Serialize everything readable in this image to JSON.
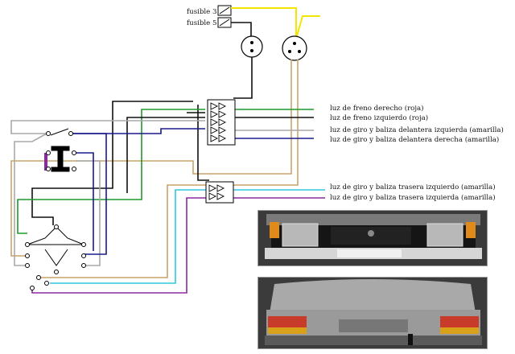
{
  "fuses": {
    "fuse3": "fusible 3",
    "fuse5": "fusible 5"
  },
  "labels": {
    "front_right_brake": "luz de freno derecho (roja)",
    "front_left_brake": "luz de freno izquierdo (roja)",
    "front_left_turn": "luz de giro y baliza delantera izquierda (amarilla)",
    "front_right_turn": "luz de giro y baliza delantera derecha (amarilla)",
    "rear_left_turn": "luz de giro y baliza trasera izquierdo (amarilla)",
    "rear_right_turn": "luz de giro y baliza trasera izquierda (amarilla)"
  },
  "wire_colors": {
    "yellow": "#f2e600",
    "black": "#111111",
    "green": "#1f9a2a",
    "gray": "#a9a9a9",
    "navy": "#1a1a8a",
    "tan": "#c9a46a",
    "cyan": "#2ec8e0",
    "purple": "#8a2aa0"
  },
  "photos": {
    "front_car": "front-car-photo",
    "rear_car": "rear-car-photo"
  }
}
